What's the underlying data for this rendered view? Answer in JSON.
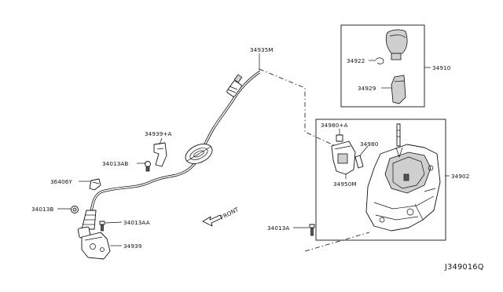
{
  "labels": {
    "p34935M": "34935M",
    "p34939A": "34939+A",
    "p34013AB": "34013AB",
    "p36406Y": "36406Y",
    "p34013B": "34013B",
    "p34013AA": "34013AA",
    "p34939": "34939",
    "front": "FRONT",
    "p34922": "34922",
    "p34910": "34910",
    "p34929": "34929",
    "p34980A": "34980+A",
    "p34980": "34980",
    "p34950M": "34950M",
    "p34902": "34902",
    "p34013A": "34013A"
  },
  "diagram_code": "J349016Q"
}
